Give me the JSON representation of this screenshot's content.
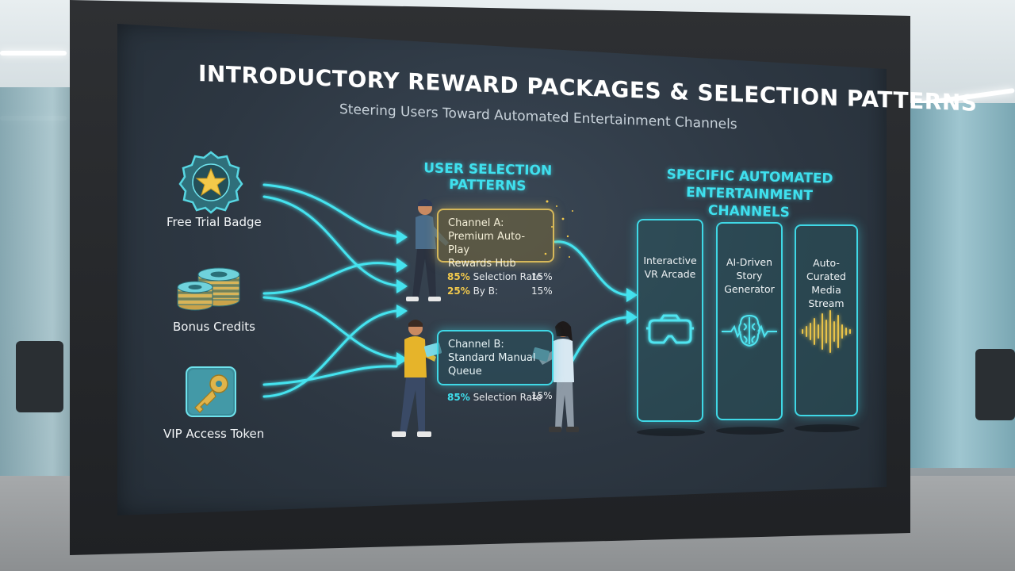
{
  "slide": {
    "title": "INTRODUCTORY REWARD PACKAGES & SELECTION PATTERNS",
    "subtitle": "Steering Users Toward Automated Entertainment Channels"
  },
  "packages": [
    {
      "label": "Free Trial Badge",
      "icon": "star-badge-icon"
    },
    {
      "label": "Bonus Credits",
      "icon": "coin-stack-icon"
    },
    {
      "label": "VIP Access Token",
      "icon": "key-icon"
    }
  ],
  "selection": {
    "heading": "USER SELECTION PATTERNS",
    "channel_a": {
      "line1": "Channel A:",
      "line2": "Premium Auto-Play",
      "line3": "Rewards Hub",
      "stat1_pct": "85%",
      "stat1_label": "Selection Rate",
      "stat1_right": "15%",
      "stat2_pct": "25%",
      "stat2_label": "By B:",
      "stat2_right": "15%"
    },
    "channel_b": {
      "line1": "Channel B:",
      "line2": "Standard Manual",
      "line3": "Queue",
      "stat1_pct": "85%",
      "stat1_label": "Selection Rate",
      "stat1_right": "15%"
    }
  },
  "channels": {
    "heading_line1": "SPECIFIC AUTOMATED",
    "heading_line2": "ENTERTAINMENT CHANNELS",
    "items": [
      {
        "line1": "Interactive",
        "line2": "VR Arcade",
        "icon": "vr-headset-icon"
      },
      {
        "line1": "AI-Driven",
        "line2": "Story Generator",
        "icon": "brain-wave-icon"
      },
      {
        "line1": "Auto-Curated",
        "line2": "Media Stream",
        "icon": "sound-wave-icon"
      }
    ]
  },
  "colors": {
    "accent_cyan": "#3fe0ee",
    "accent_gold": "#d6b85a",
    "screen_bg": "#2d3742"
  }
}
